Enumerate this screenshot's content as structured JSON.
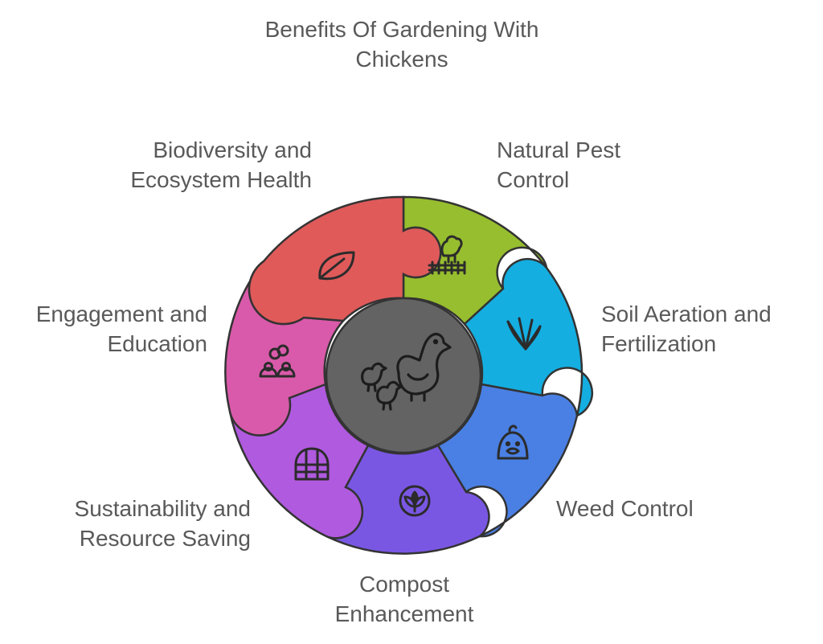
{
  "title": {
    "line1": "Benefits Of Gardening With",
    "line2": "Chickens"
  },
  "segments": [
    {
      "key": "pest",
      "line1": "Natural Pest",
      "line2": "Control",
      "color": "#97BE2E",
      "icon": "chicken-fence-icon"
    },
    {
      "key": "soil",
      "line1": "Soil Aeration and",
      "line2": "Fertilization",
      "color": "#14AEE1",
      "icon": "chicken-foot-icon"
    },
    {
      "key": "weed",
      "line1": "Weed Control",
      "line2": "",
      "color": "#4A80E3",
      "icon": "chick-face-icon"
    },
    {
      "key": "compost",
      "line1": "Compost",
      "line2": "Enhancement",
      "color": "#7A57E3",
      "icon": "sprout-circle-icon"
    },
    {
      "key": "sustain",
      "line1": "Sustainability and",
      "line2": "Resource Saving",
      "color": "#B05ADF",
      "icon": "greenhouse-icon"
    },
    {
      "key": "engage",
      "line1": "Engagement and",
      "line2": "Education",
      "color": "#D95AAA",
      "icon": "people-group-icon"
    },
    {
      "key": "bio",
      "line1": "Biodiversity and",
      "line2": "Ecosystem Health",
      "color": "#E05A5A",
      "icon": "leaf-icon"
    }
  ],
  "center": {
    "color": "#636363",
    "icon": "duck-with-chicks-icon"
  }
}
